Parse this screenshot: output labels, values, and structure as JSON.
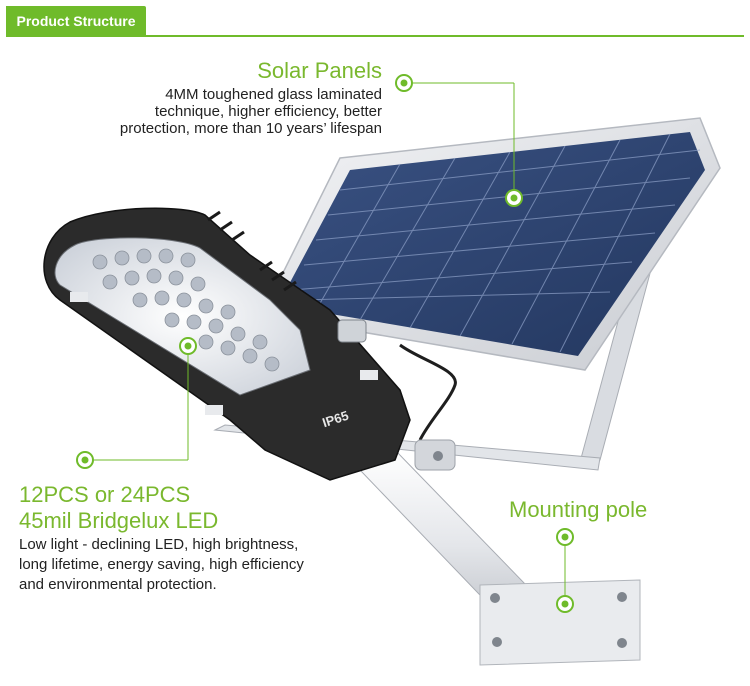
{
  "header": {
    "tab_label": "Product Structure"
  },
  "solar_panels": {
    "title": "Solar Panels",
    "description_lines": [
      "4MM toughened glass laminated",
      "technique, higher efficiency, better",
      "protection, more than 10 years’ lifespan"
    ]
  },
  "led": {
    "title_lines": [
      "12PCS or 24PCS",
      "45mil Bridgelux LED"
    ],
    "description_lines": [
      "Low light - declining LED, high brightness,",
      "long lifetime, energy saving, high efficiency",
      "and environmental protection."
    ],
    "rating_label": "IP65"
  },
  "mounting_pole": {
    "title": "Mounting pole"
  },
  "colors": {
    "accent": "#6fbb2a",
    "text": "#222222",
    "panel_cell": "#2a3f6e",
    "lamp_body": "#2b2b2b"
  }
}
